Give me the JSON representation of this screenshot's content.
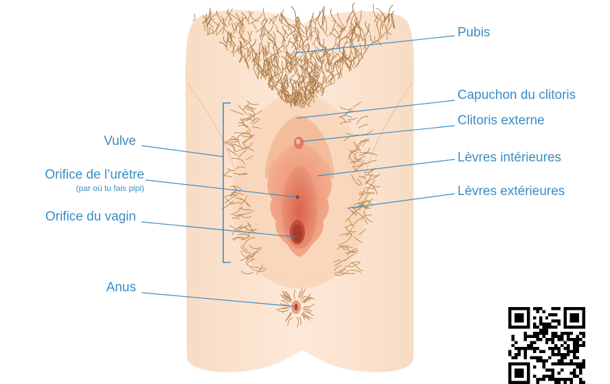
{
  "colors": {
    "label": "#3a8cc4",
    "leader": "#3a8cc4",
    "skin": "#fbe3cc",
    "hair": "#b98a55"
  },
  "labels": {
    "pubis": "Pubis",
    "capuchon": "Capuchon du clitoris",
    "clitoris": "Clitoris externe",
    "levres_int": "Lèvres intérieures",
    "levres_ext": "Lèvres extérieures",
    "vulve": "Vulve",
    "uretre": "Orifice de l’urètre",
    "uretre_note": "(par où tu fais pipi)",
    "vagin": "Orifice du vagin",
    "anus": "Anus"
  },
  "qr_code": "qr-code"
}
